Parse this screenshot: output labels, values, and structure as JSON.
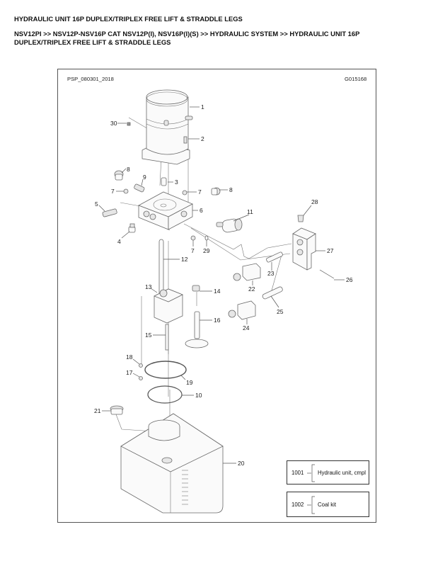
{
  "page": {
    "title": "HYDRAULIC UNIT 16P DUPLEX/TRIPLEX FREE LIFT & STRADDLE LEGS",
    "breadcrumb": "NSV12PI >> NSV12P-NSV16P CAT NSV12P(I), NSV16P(I)(S) >> HYDRAULIC SYSTEM >> HYDRAULIC UNIT 16P DUPLEX/TRIPLEX FREE LIFT & STRADDLE LEGS"
  },
  "diagram": {
    "ref_left": "PSP_080301_2018",
    "ref_right": "G015168",
    "callouts": {
      "c1": "1",
      "c2": "2",
      "c3": "3",
      "c4": "4",
      "c5": "5",
      "c6": "6",
      "c7a": "7",
      "c7b": "7",
      "c7c": "7",
      "c8a": "8",
      "c8b": "8",
      "c9": "9",
      "c10": "10",
      "c11": "11",
      "c12": "12",
      "c13": "13",
      "c14": "14",
      "c15": "15",
      "c16": "16",
      "c17": "17",
      "c18": "18",
      "c19": "19",
      "c20": "20",
      "c21": "21",
      "c22": "22",
      "c23": "23",
      "c24": "24",
      "c25": "25",
      "c26": "26",
      "c27": "27",
      "c28": "28",
      "c29": "29",
      "c30": "30"
    },
    "kits": [
      {
        "number": "1001",
        "label": "Hydraulic unit, cmpl"
      },
      {
        "number": "1002",
        "label": "Coal kit"
      }
    ]
  }
}
